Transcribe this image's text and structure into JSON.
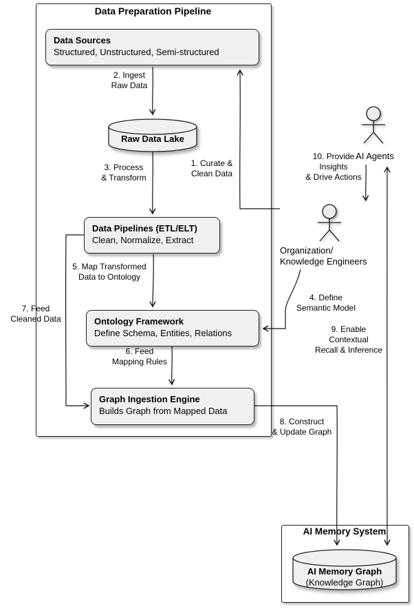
{
  "containers": {
    "pipeline": {
      "title": "Data Preparation Pipeline"
    },
    "memory": {
      "title": "AI Memory System"
    }
  },
  "nodes": {
    "data_sources": {
      "title": "Data Sources",
      "subtitle": "Structured, Unstructured, Semi-structured"
    },
    "raw_data_lake": {
      "title": "Raw Data Lake"
    },
    "data_pipelines": {
      "title": "Data Pipelines (ETL/ELT)",
      "subtitle": "Clean, Normalize, Extract"
    },
    "ontology_framework": {
      "title": "Ontology Framework",
      "subtitle": "Define Schema, Entities, Relations"
    },
    "graph_ingestion_engine": {
      "title": "Graph Ingestion Engine",
      "subtitle": "Builds Graph from Mapped Data"
    },
    "ai_memory_graph": {
      "title": "AI Memory Graph",
      "subtitle": "(Knowledge Graph)"
    }
  },
  "actors": {
    "ai_agents": {
      "label": "AI Agents"
    },
    "knowledge_engineers": {
      "label": "Organization/\nKnowledge Engineers"
    }
  },
  "edges": {
    "e1": {
      "label": "1. Curate &\nClean Data"
    },
    "e2": {
      "label": "2. Ingest\nRaw Data"
    },
    "e3": {
      "label": "3. Process\n& Transform"
    },
    "e4": {
      "label": "4. Define\nSemantic Model"
    },
    "e5": {
      "label": "5. Map Transformed\nData to Ontology"
    },
    "e6": {
      "label": "6. Feed\nMapping Rules"
    },
    "e7": {
      "label": "7. Feed\nCleaned Data"
    },
    "e8": {
      "label": "8. Construct\n& Update Graph"
    },
    "e9": {
      "label": "9. Enable\nContextual\nRecall & Inference"
    },
    "e10": {
      "label": "10. Provide\nInsights\n& Drive Actions"
    }
  },
  "colors": {
    "background": "#ffffff",
    "node_fill": "#f0f0f0",
    "node_border": "#222222",
    "line": "#111111"
  }
}
